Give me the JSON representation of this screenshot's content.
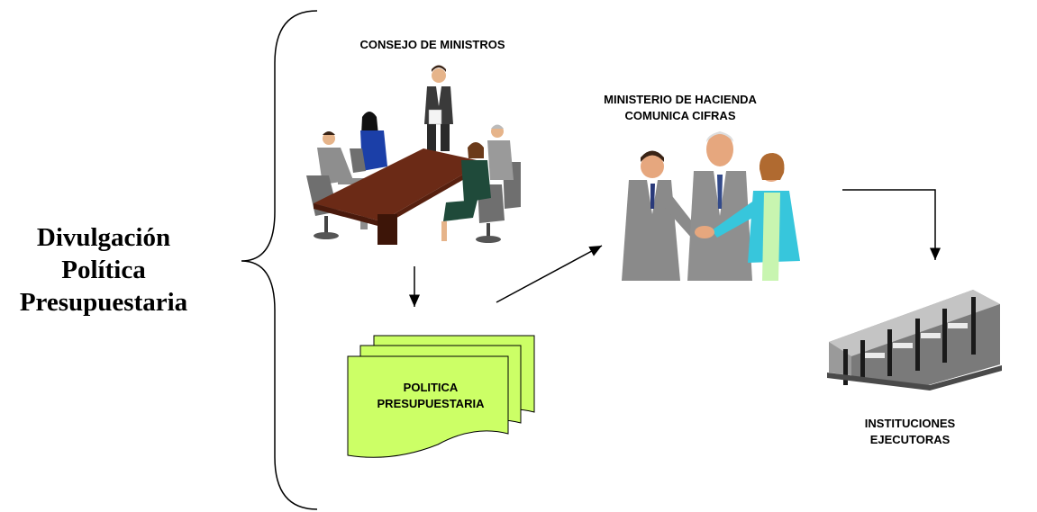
{
  "diagram": {
    "title_lines": [
      "Divulgación",
      "Política",
      "Presupuestaria"
    ],
    "nodes": {
      "consejo": {
        "label_lines": [
          "CONSEJO DE MINISTROS"
        ]
      },
      "ministerio": {
        "label_lines": [
          "MINISTERIO DE HACIENDA",
          "COMUNICA CIFRAS"
        ]
      },
      "politica": {
        "label_lines": [
          "POLITICA",
          "PRESUPUESTARIA"
        ]
      },
      "instituciones": {
        "label_lines": [
          "INSTITUCIONES",
          "EJECUTORAS"
        ]
      }
    },
    "colors": {
      "document_fill": "#ccff66",
      "table": "#6b2a16",
      "chair": "#6f6f6f",
      "building": "#8a8a8a"
    }
  }
}
